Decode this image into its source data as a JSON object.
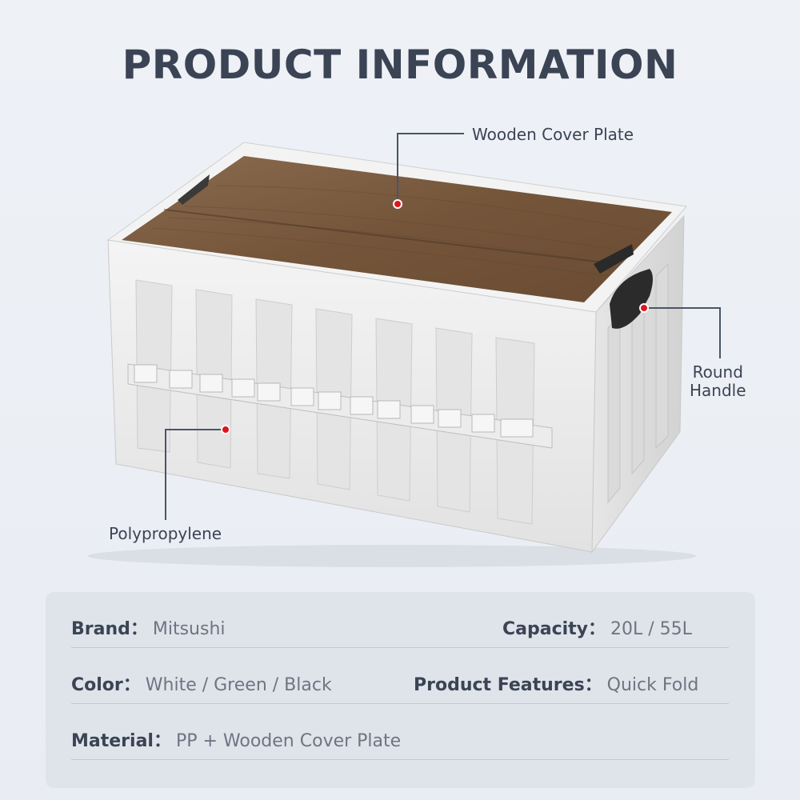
{
  "title": "PRODUCT INFORMATION",
  "callouts": {
    "cover": "Wooden Cover Plate",
    "handle_line1": "Round",
    "handle_line2": "Handle",
    "material": "Polypropylene"
  },
  "colors": {
    "accent_dot": "#e0141e",
    "wood": "#7a5a3e",
    "box": "#f1f1f1"
  },
  "specs": {
    "brand_label": "Brand：",
    "brand_value": "Mitsushi",
    "capacity_label": "Capacity：",
    "capacity_value": "20L / 55L",
    "color_label": "Color：",
    "color_value": "White / Green / Black",
    "features_label": "Product Features：",
    "features_value": "Quick Fold",
    "material_label": "Material：",
    "material_value": "PP + Wooden Cover Plate"
  }
}
